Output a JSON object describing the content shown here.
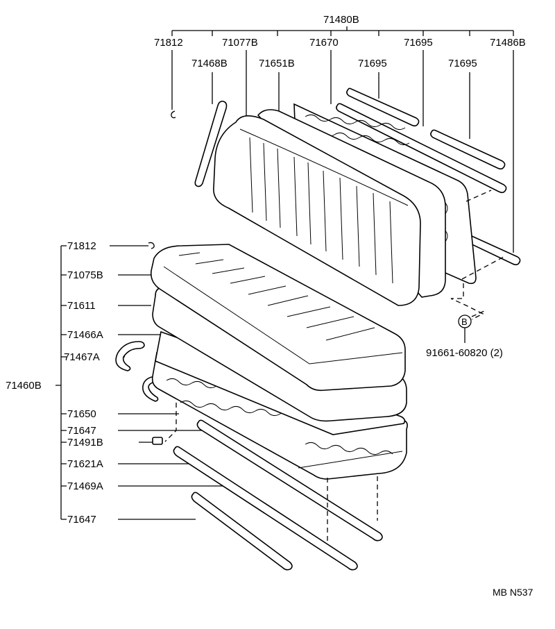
{
  "diagram": {
    "back_assembly_label": "71480B",
    "cushion_assembly_label": "71460B",
    "back_parts": [
      "71812",
      "71077B",
      "71670",
      "71695",
      "71486B",
      "71468B",
      "71651B",
      "71695",
      "71695"
    ],
    "cushion_parts": [
      "71812",
      "71075B",
      "71611",
      "71466A",
      "71467A",
      "71650",
      "71647",
      "71491B",
      "71621A",
      "71469A",
      "71647"
    ],
    "bolt_callout": "B",
    "bolt_part": "91661-60820 (2)",
    "figure_code": "MB N537"
  }
}
